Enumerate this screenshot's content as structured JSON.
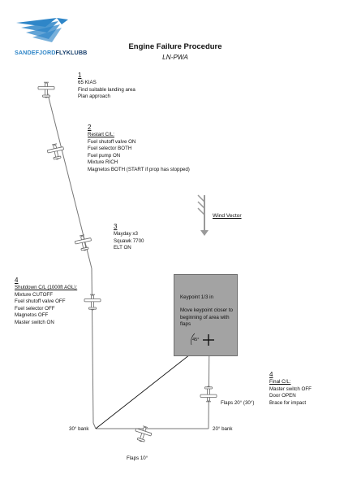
{
  "logo": {
    "prefix": "SANDEFJORD",
    "suffix": "FLYKLUBB",
    "color_light": "#2f86c8",
    "color_dark": "#163e6b"
  },
  "header": {
    "title": "Engine Failure Procedure",
    "subtitle": "LN-PWA"
  },
  "steps": [
    {
      "number": "1",
      "lines": [
        "65 KIAS",
        "Find suitable landing area",
        "Plan approach"
      ]
    },
    {
      "number": "2",
      "heading": "Restart C/L:",
      "lines": [
        "Fuel shutoff valve ON",
        "Fuel selector BOTH",
        "Fuel pump ON",
        "Mixture RICH",
        "Magnetos BOTH (START if prop has stopped)"
      ]
    },
    {
      "number": "3",
      "lines": [
        "Mayday x3",
        "Squawk 7700",
        "ELT ON"
      ]
    },
    {
      "number": "4",
      "heading": "Shutdown C/L (1000ft AGL):",
      "lines": [
        "Mixture CUTOFF",
        "Fuel shutoff valve OFF",
        "Fuel selector OFF",
        "Magnetos OFF",
        "Master switch ON"
      ]
    },
    {
      "number": "4",
      "heading": "Final C/L:",
      "lines": [
        "Master switch OFF",
        "Door OPEN",
        "Brace for impact"
      ]
    }
  ],
  "keypoint": {
    "title": "Keypoint 1/3 in",
    "line1": "Move keypoint closer to",
    "line2": "beginning of area with",
    "line3": "flaps",
    "angle": "45°"
  },
  "wind": {
    "label": "Wind Vector"
  },
  "labels": {
    "bank_30": "30° bank",
    "bank_20": "20° bank",
    "flaps_10": "Flaps 10°",
    "flaps_20_30": "Flaps 20° (30°)"
  },
  "colors": {
    "path": "#777777",
    "arrow": "#999999",
    "box": "#a3a3a3",
    "plane": "#888888"
  }
}
